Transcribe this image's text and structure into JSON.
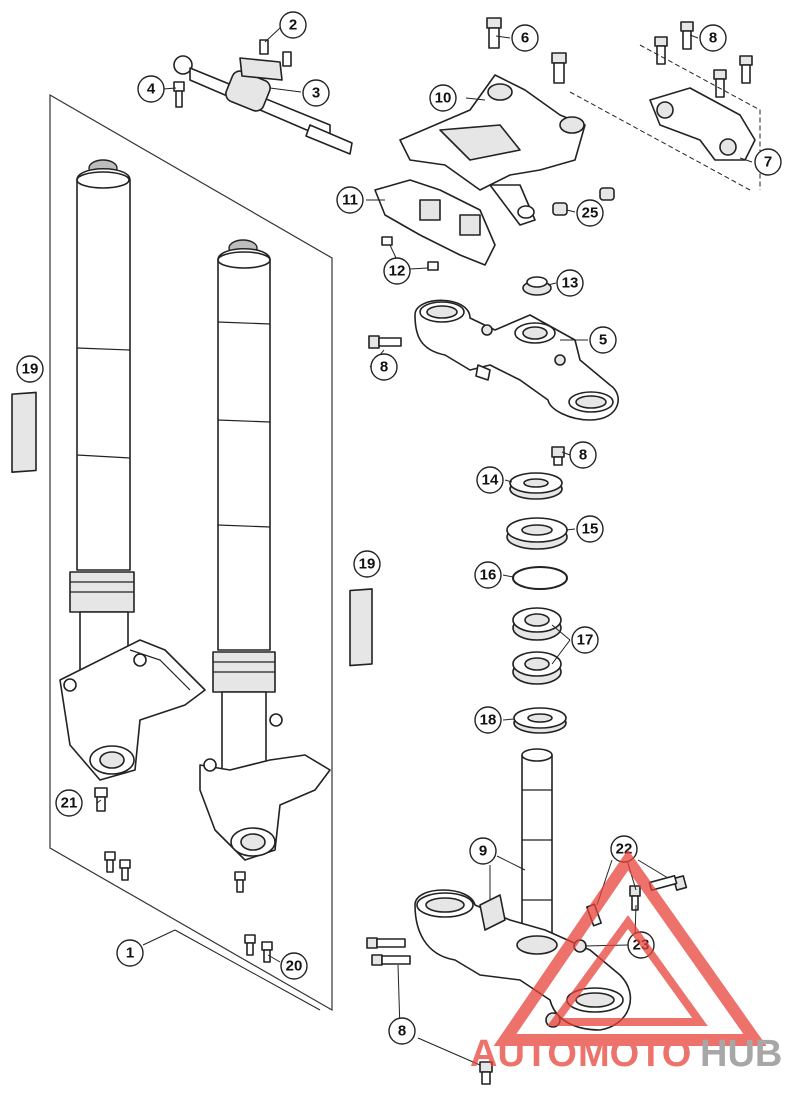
{
  "callouts": {
    "c1": "1",
    "c2": "2",
    "c3": "3",
    "c4": "4",
    "c5": "5",
    "c6": "6",
    "c7": "7",
    "c8a": "8",
    "c8b": "8",
    "c8c": "8",
    "c8d": "8",
    "c9": "9",
    "c10": "10",
    "c11": "11",
    "c12": "12",
    "c13": "13",
    "c14": "14",
    "c15": "15",
    "c16": "16",
    "c17": "17",
    "c18": "18",
    "c19a": "19",
    "c19b": "19",
    "c20": "20",
    "c21": "21",
    "c22": "22",
    "c23": "23",
    "c25": "25"
  },
  "watermark": {
    "text_auto": "AUTO",
    "text_moto": "MOTO",
    "text_hub": "HUB",
    "color_accent": "#e8433a",
    "color_dark": "#8a8a8a"
  }
}
